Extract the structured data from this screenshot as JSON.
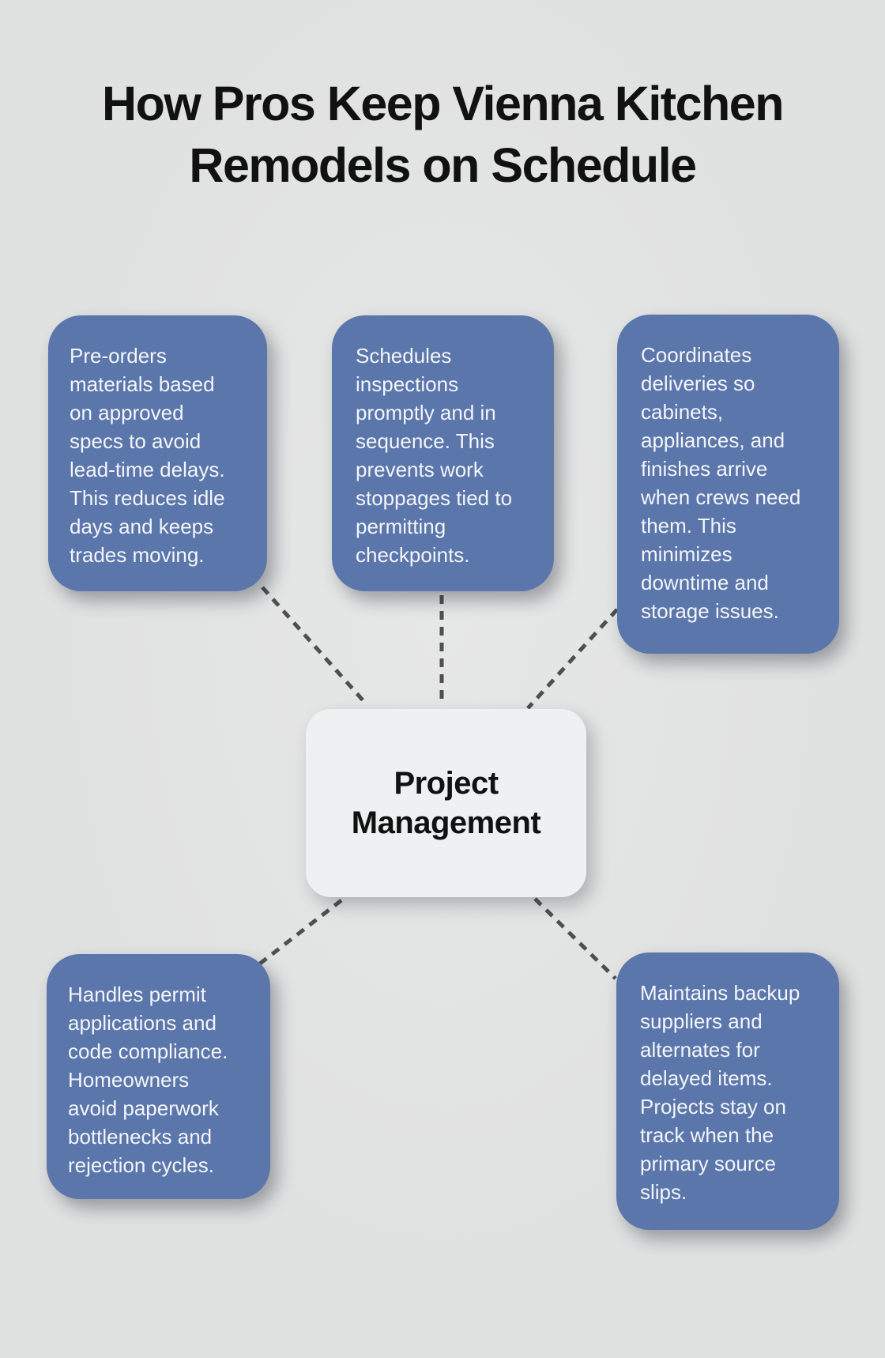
{
  "title": {
    "line1": "How Pros Keep Vienna Kitchen",
    "line2": "Remodels on Schedule"
  },
  "center": {
    "label": "Project Management"
  },
  "branches": [
    {
      "text": "Pre-orders materials based on approved specs to avoid lead-time delays. This reduces idle days and keeps trades moving."
    },
    {
      "text": "Schedules inspections promptly and in sequence. This prevents work stoppages tied to permitting checkpoints."
    },
    {
      "text": "Coordinates deliveries so cabinets, appliances, and finishes arrive when crews need them. This minimizes downtime and storage issues."
    },
    {
      "text": "Handles permit applications and code compliance. Homeowners avoid paperwork bottlenecks and rejection cycles."
    },
    {
      "text": "Maintains backup suppliers and alternates for delayed items. Projects stay on track when the primary source slips."
    }
  ],
  "theme": {
    "background": "#e0e1e1",
    "branch_fill": "#5b76ab",
    "branch_text": "#f3f5f9",
    "center_fill": "#eef0f2",
    "center_text": "#111111",
    "connector": "#4f4f4f",
    "title_color": "#111111"
  }
}
